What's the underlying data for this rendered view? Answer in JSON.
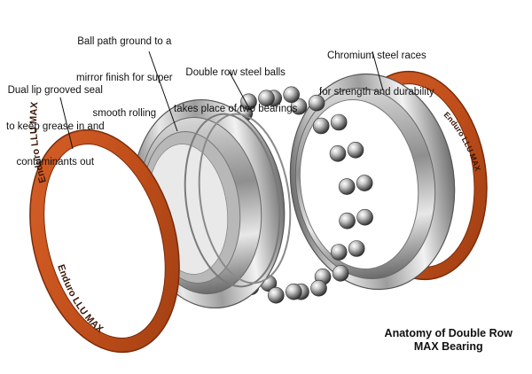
{
  "colors": {
    "seal": "#c9541c",
    "seal_dark": "#8e3410",
    "steel_light": "#eeeeee",
    "steel_mid": "#b5b5b5",
    "steel_dark": "#5a5a5a"
  },
  "callouts": {
    "ball_path": {
      "line1": "Ball path ground to a",
      "line2": "mirror finish for super",
      "line3": "smooth rolling"
    },
    "double_row": {
      "line1": "Double row steel balls",
      "line2": "takes place of two bearings"
    },
    "chromium": {
      "line1": "Chromium steel races",
      "line2": "for strength and durability"
    },
    "dual_lip": {
      "line1": "Dual lip grooved seal",
      "line2": "to keep grease in and",
      "line3": "contaminants out"
    }
  },
  "seal_labels": {
    "left_top": "Enduro LLU MAX",
    "left_bottom": "Enduro LLU MAX",
    "right": "Enduro LLU MAX"
  },
  "title": {
    "line1": "Anatomy of Double Row",
    "line2": "MAX Bearing"
  }
}
